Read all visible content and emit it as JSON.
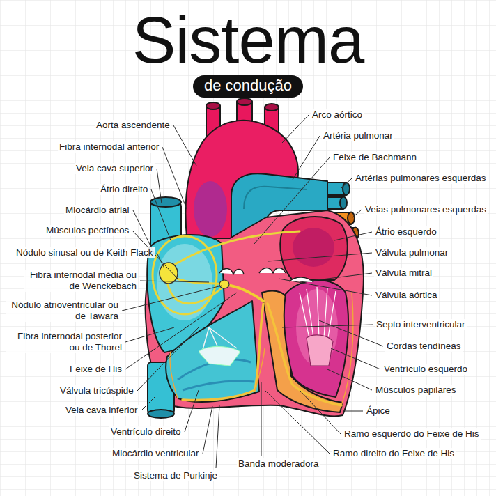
{
  "diagram": {
    "title": "Sistema",
    "nodes": [
      {
        "text": [
          "de condução"
        ]
      }
    ],
    "labels": [
      "Aorta ascendente",
      "Fibra internodal anterior",
      "Veia cava superior",
      "Átrio direito",
      "Miocárdio atrial",
      "Músculos pectíneos",
      "Nódulo sinusal ou de Keith Flack",
      "Fibra internodal média ou de Wenckebach",
      "Nódulo atrioventricular ou de Tawara",
      "Fibra internodal posterior ou de Thorel",
      "Feixe de His",
      "Válvula tricúspide",
      "Veia cava inferior",
      "Ventrículo direito",
      "Miocárdio ventricular",
      "Sistema de Purkinje",
      "Banda moderadora",
      "Arco aórtico",
      "Artéria pulmonar",
      "Feixe de Bachmann",
      "Artérias pulmonares esquerdas",
      "Veias pulmonares esquerdas",
      "Átrio esquerdo",
      "Válvula pulmonar",
      "Válvula mitral",
      "Válvula aórtica",
      "Septo interventricular",
      "Cordas tendíneas",
      "Ventrículo esquerdo",
      "Músculos papilares",
      "Ápice",
      "Ramo esquerdo do Feixe de His",
      "Ramo direito do Feixe de His"
    ]
  }
}
